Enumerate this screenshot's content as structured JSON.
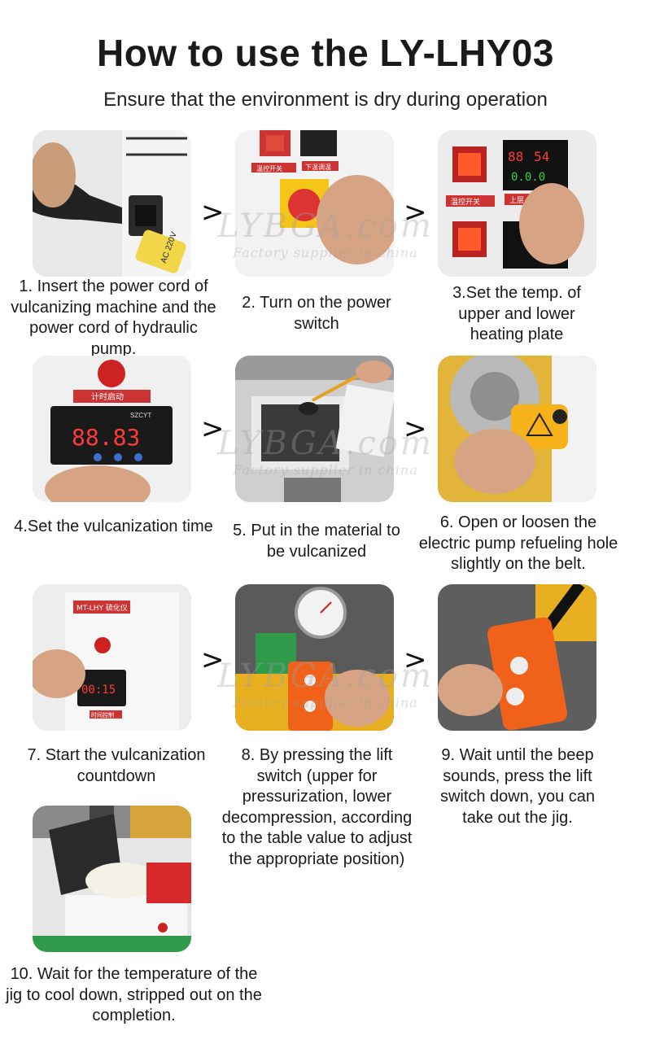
{
  "header": {
    "title": "How to use the LY-LHY03",
    "subtitle": "Ensure that the environment is dry during operation"
  },
  "arrow_glyph": ">",
  "watermark": {
    "line1": "LYBGA.com",
    "line2": "Factory supplier in china"
  },
  "photo_labels": {
    "ac_label": "AC 220V",
    "temp_switch": "温控开关",
    "down_temp": "下温调温",
    "upper": "上层",
    "temp_reading_top": "54",
    "temp_reading_top_left": "88",
    "timer_start": "计时启动",
    "brand": "SZCYT",
    "timer_digits": "88.83",
    "timer_countdown": "00:15",
    "machine_label": "MT-LHY 硫化仪",
    "time_control": "时间控制"
  },
  "steps": [
    {
      "caption": "1. Insert the power cord of vulcanizing machine and the power cord of hydraulic pump."
    },
    {
      "caption": "2. Turn on the power switch"
    },
    {
      "caption": "3.Set the temp. of upper and lower heating plate"
    },
    {
      "caption": "4.Set the vulcanization time"
    },
    {
      "caption": "5. Put in the material to be vulcanized"
    },
    {
      "caption": "6. Open or loosen the electric pump refueling hole slightly on the belt."
    },
    {
      "caption": "7. Start the vulcanization countdown"
    },
    {
      "caption": "8. By pressing the lift switch (upper for pressurization, lower decompression, according to the table value to adjust the appropriate position)"
    },
    {
      "caption": "9. Wait until the beep sounds, press the lift switch down, you can take out the jig."
    },
    {
      "caption": "10. Wait for the temperature of the jig to cool down, stripped out on the completion."
    }
  ]
}
